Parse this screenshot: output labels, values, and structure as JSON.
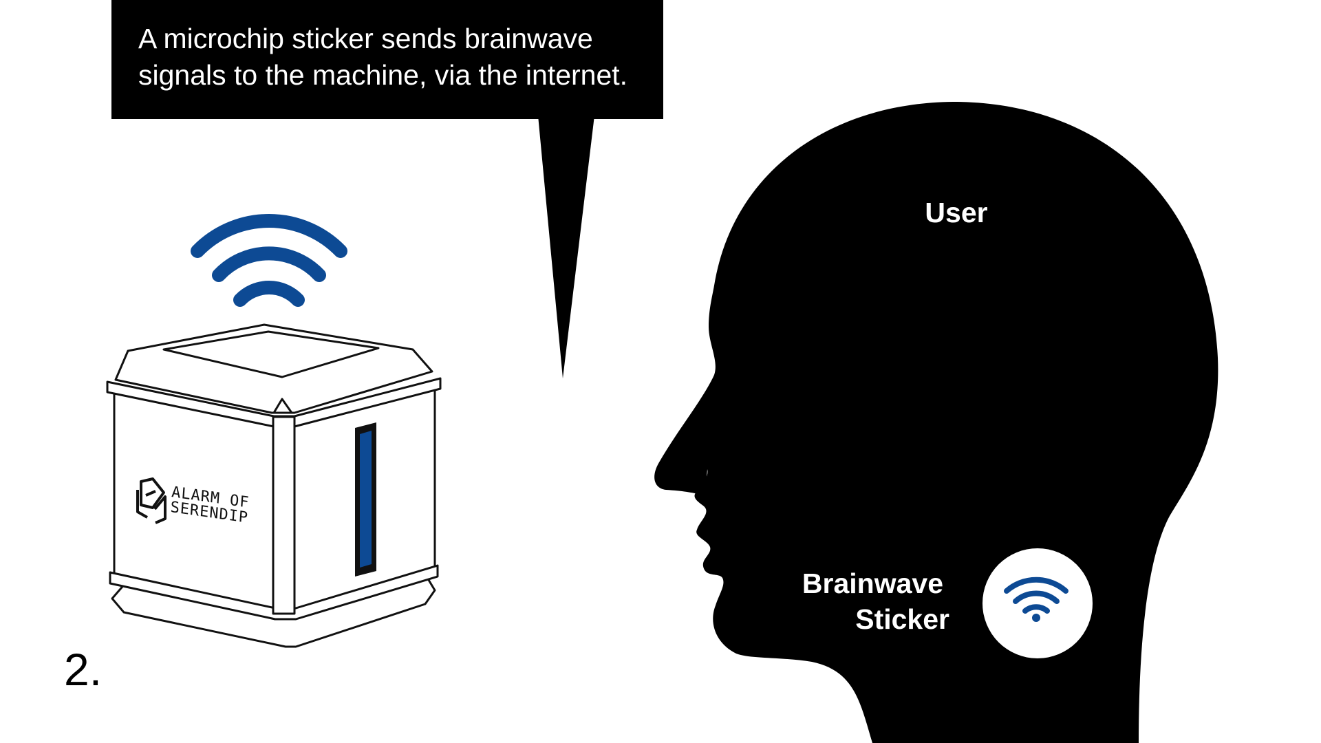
{
  "caption": {
    "line1": "A microchip sticker sends brainwave",
    "line2": "signals to the machine, via the internet."
  },
  "head": {
    "label": "User"
  },
  "sticker": {
    "label_line1": "Brainwave",
    "label_line2": "Sticker",
    "icon": "wifi-icon"
  },
  "device": {
    "brand_line1": "ALARM OF",
    "brand_line2": "SERENDIP",
    "logo": "aos-logo-icon",
    "signal_icon": "wifi-icon"
  },
  "step": {
    "number": "2."
  },
  "colors": {
    "accent_blue": "#0d4a94",
    "black": "#000000",
    "white": "#ffffff"
  }
}
